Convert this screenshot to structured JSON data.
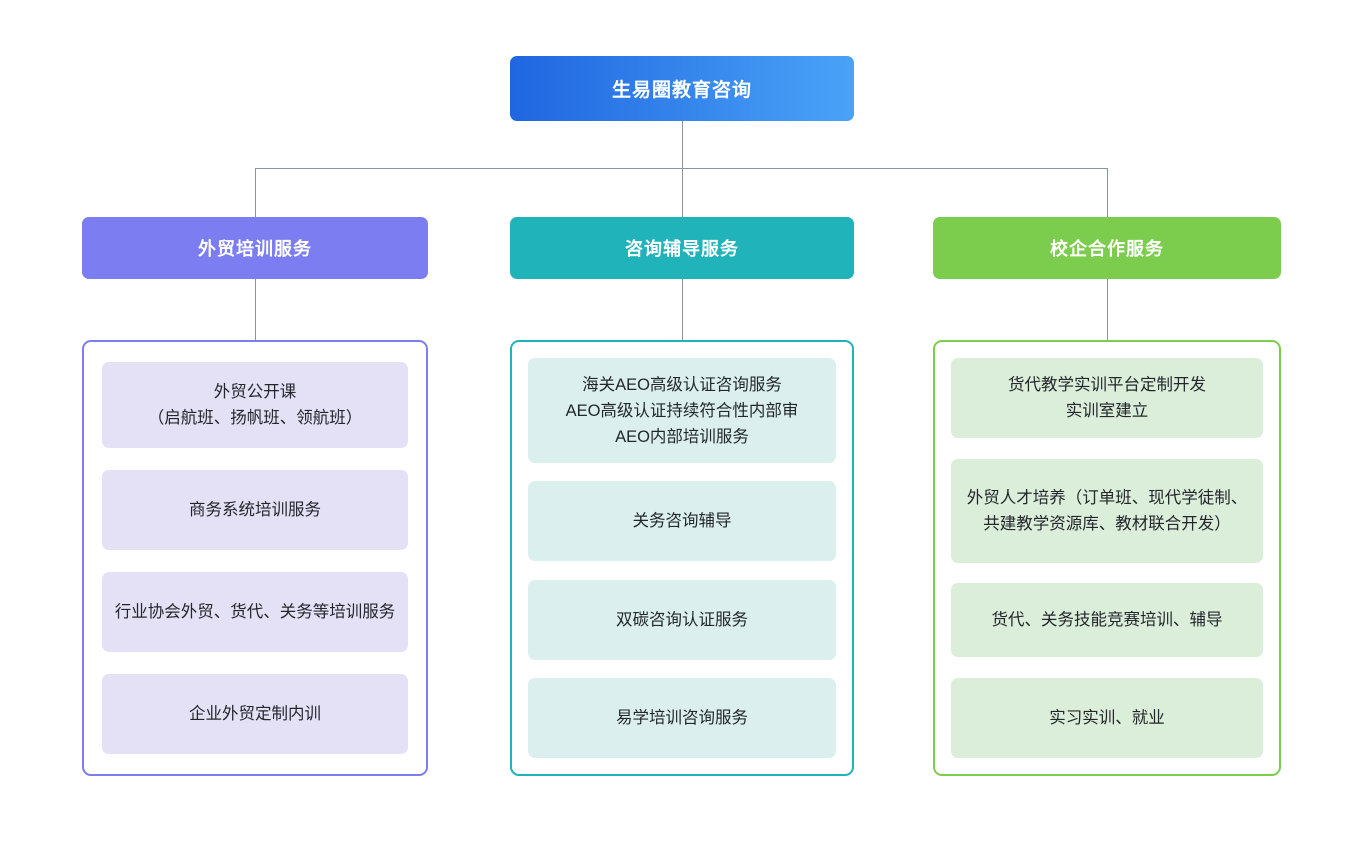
{
  "diagram": {
    "type": "organization-chart",
    "root": {
      "label": "生易圈教育咨询",
      "color_start": "#1f66e0",
      "color_end": "#4aa3f7"
    },
    "branches": [
      {
        "label": "外贸培训服务",
        "header_color": "#7b7df0",
        "border_color": "#7b7df0",
        "item_color": "#e4e0f6",
        "items": [
          {
            "label": "外贸公开课\n（启航班、扬帆班、领航班）"
          },
          {
            "label": "商务系统培训服务"
          },
          {
            "label": "行业协会外贸、货代、关务等培训服务"
          },
          {
            "label": "企业外贸定制内训"
          }
        ]
      },
      {
        "label": "咨询辅导服务",
        "header_color": "#21b3ba",
        "border_color": "#21b3ba",
        "item_color": "#dbf0ee",
        "items": [
          {
            "label": "海关AEO高级认证咨询服务\nAEO高级认证持续符合性内部审\nAEO内部培训服务"
          },
          {
            "label": "关务咨询辅导"
          },
          {
            "label": "双碳咨询认证服务"
          },
          {
            "label": "易学培训咨询服务"
          }
        ]
      },
      {
        "label": "校企合作服务",
        "header_color": "#7ccd4d",
        "border_color": "#7ccd4d",
        "item_color": "#dbeeda",
        "items": [
          {
            "label": "货代教学实训平台定制开发\n实训室建立"
          },
          {
            "label": "外贸人才培养（订单班、现代学徒制、共建教学资源库、教材联合开发）"
          },
          {
            "label": "货代、关务技能竞赛培训、辅导"
          },
          {
            "label": "实习实训、就业"
          }
        ]
      }
    ],
    "connector_color": "#8a93a0"
  }
}
